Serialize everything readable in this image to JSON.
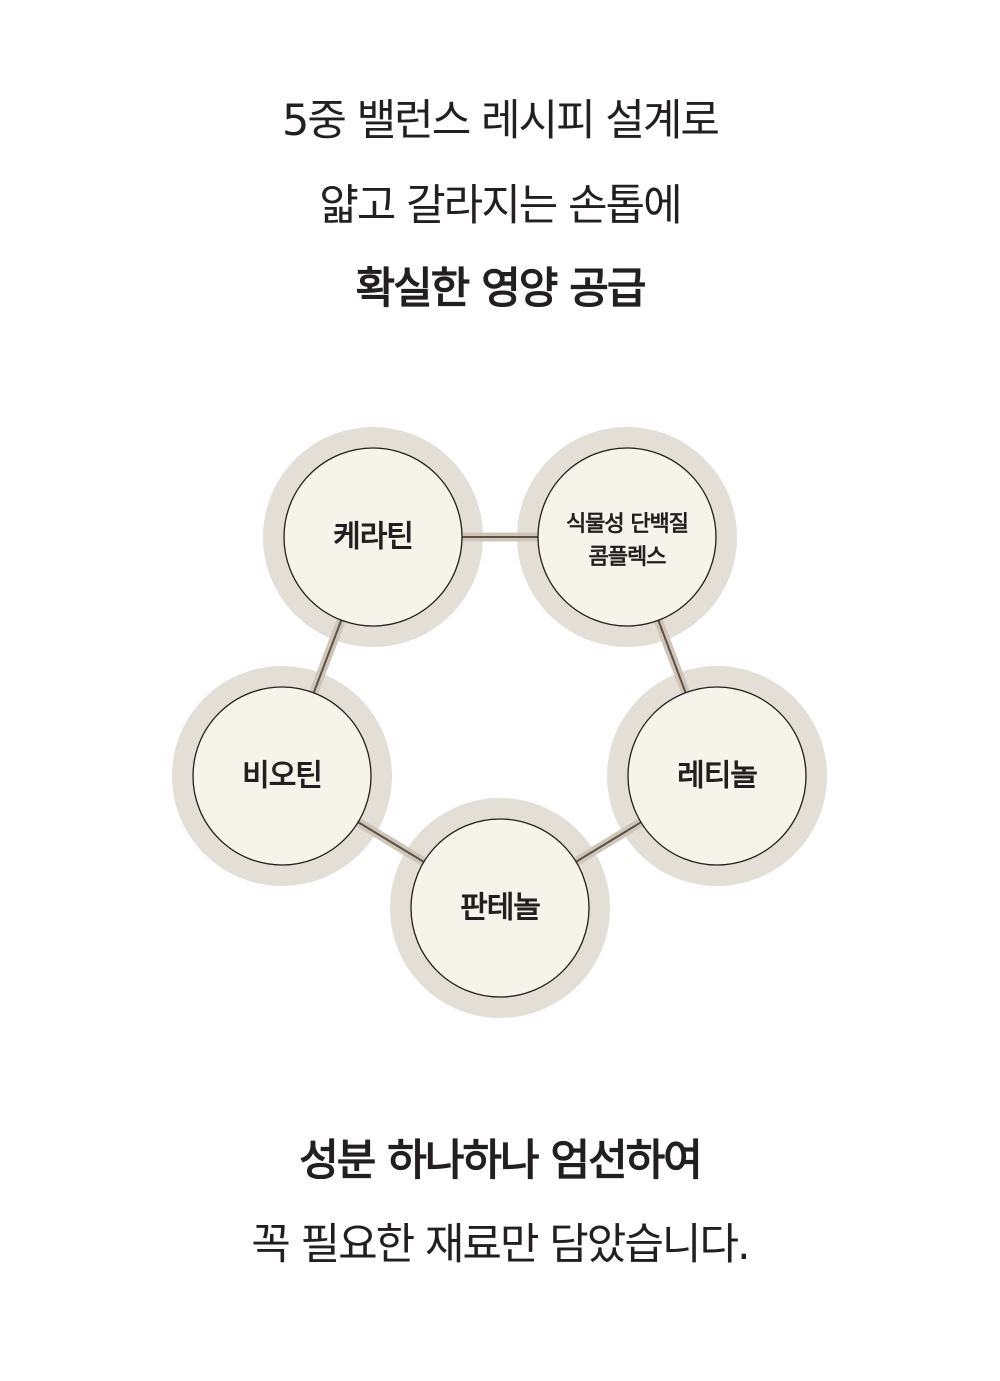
{
  "headline": {
    "line1": "5중 밸런스 레시피 설계로",
    "line2": "얇고 갈라지는 손톱에",
    "line3": "확실한 영양 공급"
  },
  "diagram": {
    "nodes": [
      {
        "label": "케라틴"
      },
      {
        "label": "식물성 단백질\n콤플렉스"
      },
      {
        "label": "레티놀"
      },
      {
        "label": "판테놀"
      },
      {
        "label": "비오틴"
      }
    ],
    "colors": {
      "ring": "#e3ded6",
      "fill": "#f5f3ea",
      "stroke": "#231f20",
      "band": "#d8d1c5"
    }
  },
  "footer": {
    "line1": "성분 하나하나 엄선하여",
    "line2": "꼭 필요한 재료만 담았습니다."
  }
}
